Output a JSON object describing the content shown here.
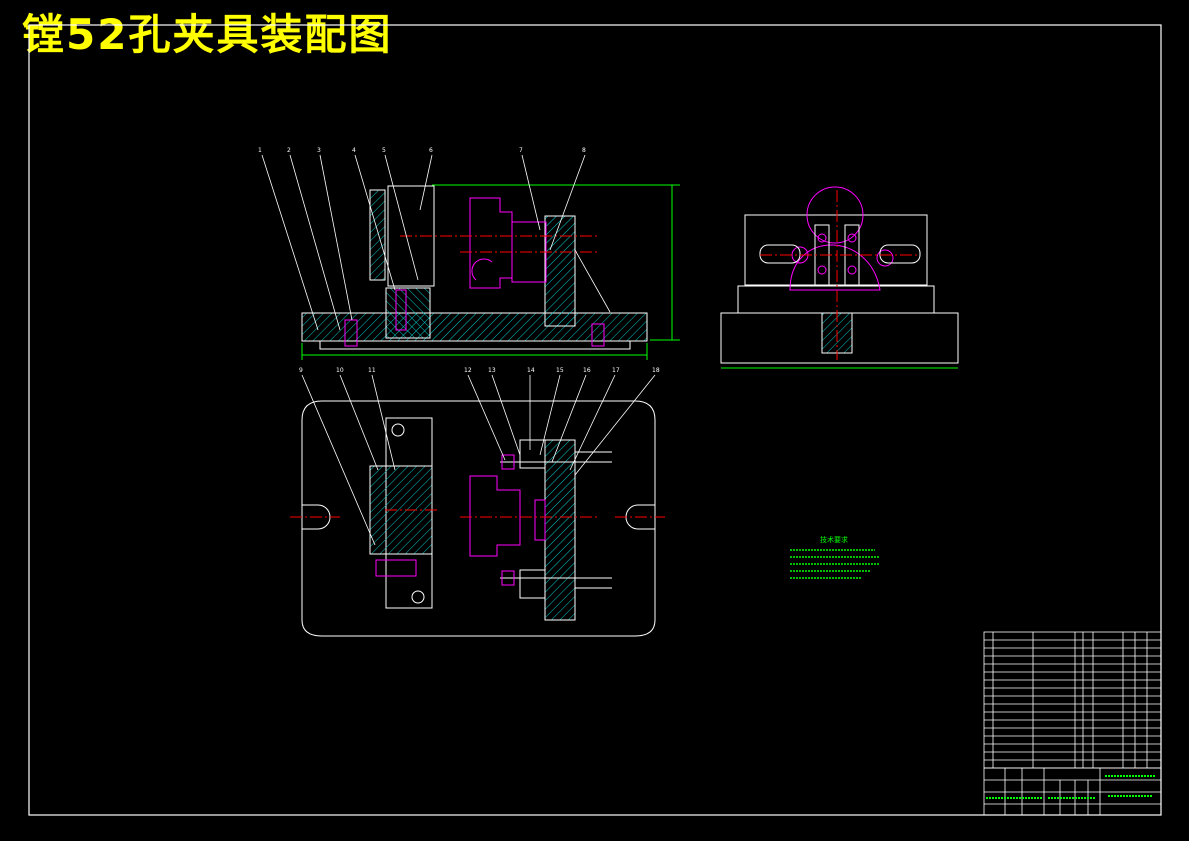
{
  "title": "镗52孔夹具装配图",
  "part_labels": [
    "1",
    "2",
    "3",
    "4",
    "5",
    "6",
    "7",
    "8",
    "9",
    "10",
    "11",
    "12",
    "13",
    "14",
    "15",
    "16",
    "17",
    "18"
  ],
  "tech_req": {
    "heading": "技术要求"
  },
  "colors": {
    "background": "#000000",
    "title": "#ffff00",
    "outline": "#ffffff",
    "dimension": "#00ff00",
    "hatch": "#00cccc",
    "part": "#ff00ff",
    "center": "#ff0000"
  }
}
